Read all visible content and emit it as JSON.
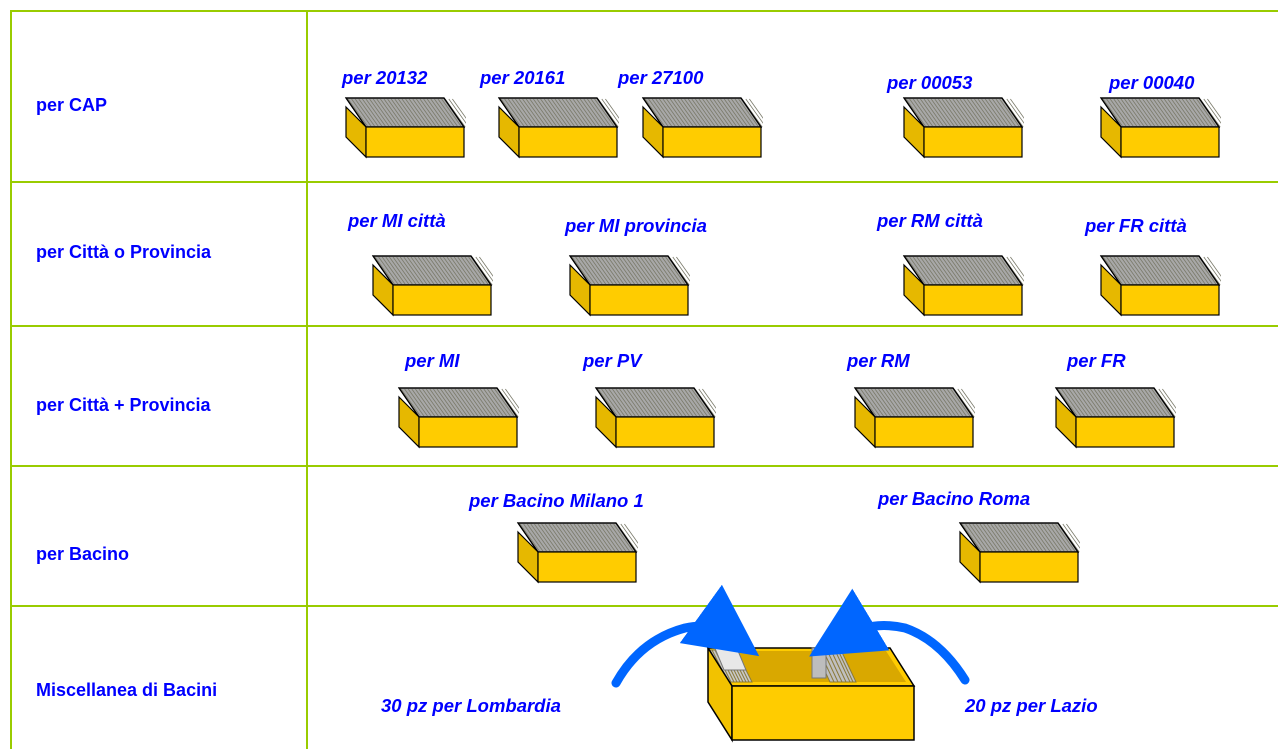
{
  "rows": [
    {
      "label": "per CAP",
      "boxes": [
        {
          "label": "per 20132"
        },
        {
          "label": "per 20161"
        },
        {
          "label": "per 27100"
        },
        {
          "label": "per 00053"
        },
        {
          "label": "per 00040"
        }
      ]
    },
    {
      "label": "per Città o Provincia",
      "boxes": [
        {
          "label": "per MI città"
        },
        {
          "label": "per MI provincia"
        },
        {
          "label": "per RM città"
        },
        {
          "label": "per FR città"
        }
      ]
    },
    {
      "label": "per Città + Provincia",
      "boxes": [
        {
          "label": "per MI"
        },
        {
          "label": "per PV"
        },
        {
          "label": "per RM"
        },
        {
          "label": "per FR"
        }
      ]
    },
    {
      "label": "per Bacino",
      "boxes": [
        {
          "label": "per Bacino Milano 1"
        },
        {
          "label": "per Bacino Roma"
        }
      ]
    },
    {
      "label": "Miscellanea di Bacini",
      "left_note": "30 pz per Lombardia",
      "right_note": "20 pz per Lazio"
    }
  ],
  "colors": {
    "grid": "#99cc00",
    "text": "#0000ff",
    "box_fill": "#ffcc00",
    "box_side": "#e6b800",
    "stack": "#a8a8a8",
    "arrow": "#0066ff"
  },
  "icons": [
    "mail-tray-icon",
    "open-mail-tray-icon",
    "curved-arrow-icon"
  ]
}
